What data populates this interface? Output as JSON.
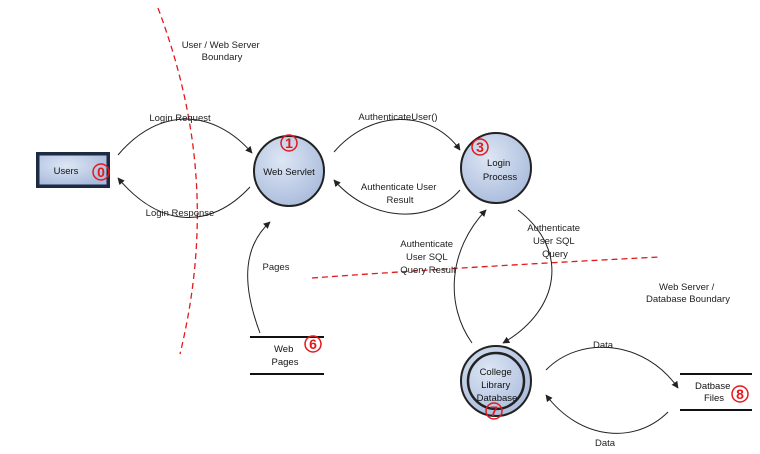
{
  "boundaries": {
    "user_web": [
      "User / Web Server",
      "Boundary"
    ],
    "web_db": [
      "Web Server /",
      "Database Boundary"
    ]
  },
  "nodes": {
    "users": {
      "label": "Users",
      "number": "0"
    },
    "web_servlet": {
      "label": "Web Servlet",
      "number": "1"
    },
    "login_process": {
      "label": [
        "Login",
        "Process"
      ],
      "number": "3"
    },
    "web_pages": {
      "label": [
        "Web",
        "Pages"
      ],
      "number": "6"
    },
    "college_db": {
      "label": [
        "College",
        "Library",
        "Database"
      ],
      "number": "7"
    },
    "db_files": {
      "label": [
        "Datbase",
        "Files"
      ],
      "number": "8"
    }
  },
  "flows": {
    "login_request": "Login Request",
    "login_response": "Login Response",
    "authenticate_user": "AuthenticateUser()",
    "authenticate_user_result": [
      "Authenticate User",
      "Result"
    ],
    "pages": "Pages",
    "auth_sql_query": [
      "Authenticate",
      "User SQL",
      "Query"
    ],
    "auth_sql_result": [
      "Authenticate",
      "User SQL",
      "Query Result"
    ],
    "data_to_files": "Data",
    "data_from_files": "Data"
  },
  "colors": {
    "node_fill": "#b9c8e2",
    "node_stroke": "#222222",
    "boundary": "#e3191c",
    "number": "#e3191c"
  }
}
